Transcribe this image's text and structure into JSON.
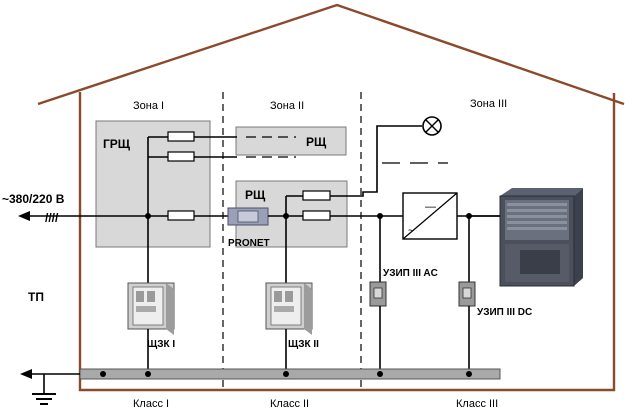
{
  "zones": {
    "zone1": "Зона I",
    "zone2": "Зона II",
    "zone3": "Зона III"
  },
  "panels": {
    "grsch": "ГРЩ",
    "rsch_top": "РЩ",
    "rsch_mid": "РЩ"
  },
  "supply": {
    "voltage": "~380/220 В",
    "slashes": "////",
    "tp": "ТП"
  },
  "devices": {
    "pronet": "PRONET",
    "uzip_ac": "УЗИП III AC",
    "uzip_dc": "УЗИП III DC",
    "shzk1": "ЩЗК I",
    "shzk2": "ЩЗК II"
  },
  "classes": {
    "class1": "Класс I",
    "class2": "Класс II",
    "class3": "Класс III"
  },
  "colors": {
    "house": "#8b4a2b",
    "panel_fill": "#d8d8d8",
    "ground_bar": "#a9a9a9"
  }
}
